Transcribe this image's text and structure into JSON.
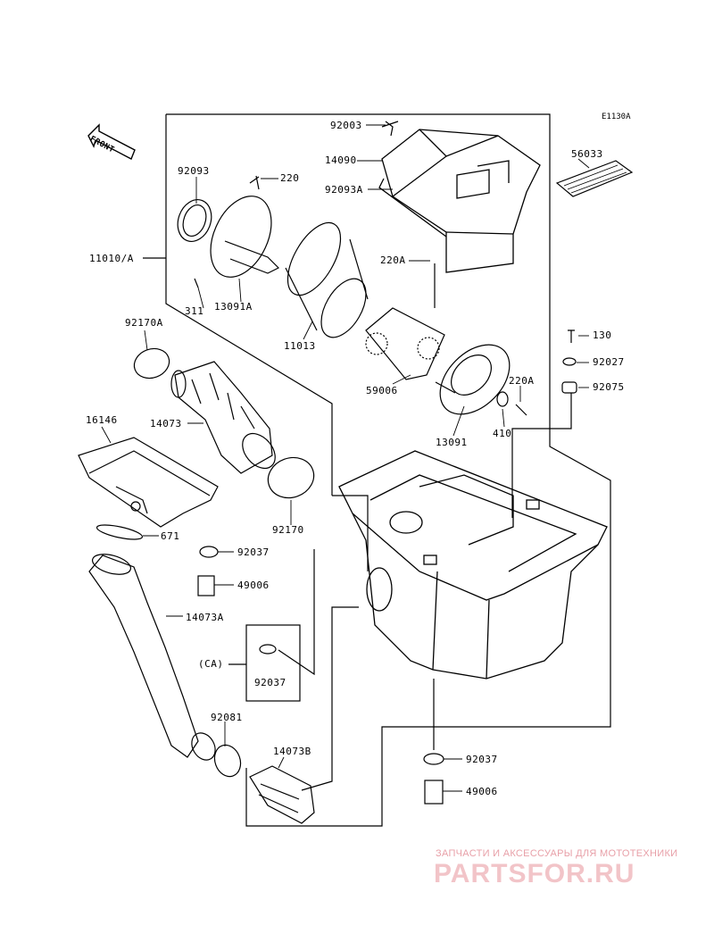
{
  "diagram_code": "E1130A",
  "front_label": "FRONT",
  "parts": {
    "p92003": "92003",
    "p14090": "14090",
    "p92093A": "92093A",
    "p56033": "56033",
    "p92093": "92093",
    "p220": "220",
    "p11010A": "11010/A",
    "p311": "311",
    "p13091A": "13091A",
    "p220A_top": "220A",
    "p11013": "11013",
    "p92170A": "92170A",
    "p130": "130",
    "p92027": "92027",
    "p92075": "92075",
    "p59006": "59006",
    "p220A_bot": "220A",
    "p410": "410",
    "p13091": "13091",
    "p16146": "16146",
    "p14073": "14073",
    "p92170": "92170",
    "p671": "671",
    "p92037_a": "92037",
    "p49006_a": "49006",
    "p14073A": "14073A",
    "pCA": "(CA)",
    "p92037_ca": "92037",
    "p92081": "92081",
    "p14073B": "14073B",
    "p92037_b": "92037",
    "p49006_b": "49006"
  },
  "watermark": {
    "tagline": "ЗАПЧАСТИ И АКСЕССУАРЫ ДЛЯ МОТОТЕХНИКИ",
    "logo": "PARTSFOR.RU"
  }
}
